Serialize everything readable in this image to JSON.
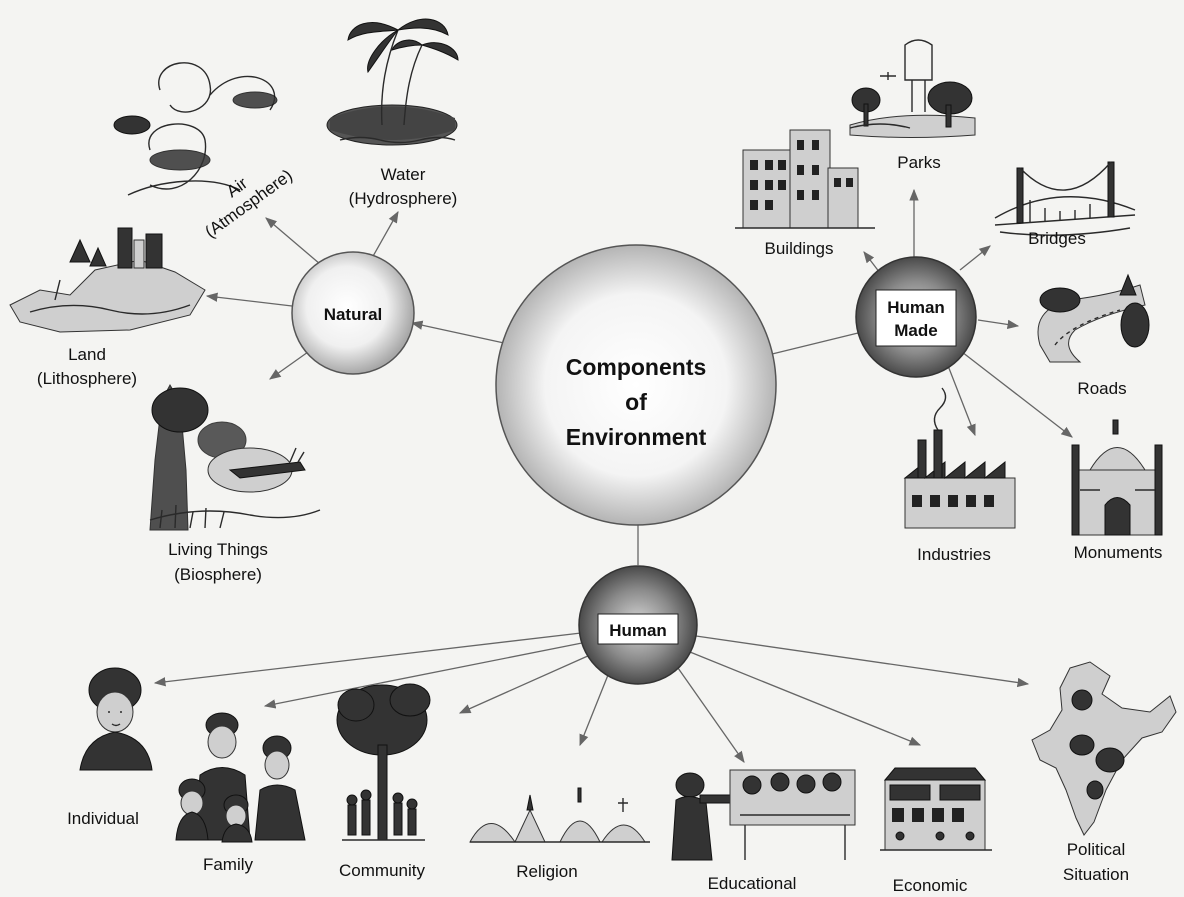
{
  "diagram": {
    "center": [
      "Components",
      "of",
      "Environment"
    ],
    "hubs": {
      "natural": "Natural",
      "human_made": [
        "Human",
        "Made"
      ],
      "human": "Human"
    },
    "natural_components": {
      "air": [
        "Air",
        "(Atmosphere)"
      ],
      "water": [
        "Water",
        "(Hydrosphere)"
      ],
      "land": [
        "Land",
        "(Lithosphere)"
      ],
      "living": [
        "Living Things",
        "(Biosphere)"
      ]
    },
    "human_made_components": {
      "buildings": "Buildings",
      "parks": "Parks",
      "bridges": "Bridges",
      "roads": "Roads",
      "industries": "Industries",
      "monuments": "Monuments"
    },
    "human_components": {
      "individual": "Individual",
      "family": "Family",
      "community": "Community",
      "religion": "Religion",
      "educational": "Educational",
      "economic": "Economic",
      "political": [
        "Political",
        "Situation"
      ]
    }
  }
}
